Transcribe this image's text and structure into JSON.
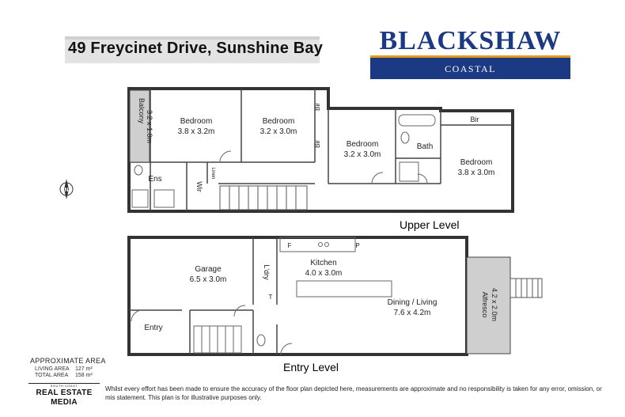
{
  "address": "49 Freycinet Drive, Sunshine Bay",
  "brand": {
    "name": "BLACKSHAW",
    "sub": "COASTAL",
    "primary_color": "#1c3a84",
    "accent_color": "#e49a1f"
  },
  "levels": {
    "upper": "Upper Level",
    "entry": "Entry Level"
  },
  "rooms": {
    "balcony": {
      "name": "Balcony",
      "dims": "3.2 x 1.0m"
    },
    "bed1": {
      "name": "Bedroom",
      "dims": "3.8 x 3.2m"
    },
    "bed2": {
      "name": "Bedroom",
      "dims": "3.2 x 3.0m"
    },
    "bed3": {
      "name": "Bedroom",
      "dims": "3.2 x 3.0m"
    },
    "bed4": {
      "name": "Bedroom",
      "dims": "3.8 x 3.0m"
    },
    "bir": "Bir",
    "bath": "Bath",
    "ens": "Ens",
    "wir": "Wir",
    "linen": "Linen",
    "garage": {
      "name": "Garage",
      "dims": "6.5 x 3.0m"
    },
    "ldry": "L'dry",
    "kitchen": {
      "name": "Kitchen",
      "dims": "4.0 x 3.0m"
    },
    "dining": {
      "name": "Dining / Living",
      "dims": "7.6 x 4.2m"
    },
    "alfresco": {
      "name": "Alfresco",
      "dims": "4.2 x 2.0m"
    },
    "entry": "Entry",
    "f": "F",
    "p": "P",
    "t": "T",
    "compass": "N"
  },
  "area": {
    "title": "APPROXIMATE AREA",
    "living_label": "LIVING AREA",
    "living_value": "127 m²",
    "total_label": "TOTAL AREA",
    "total_value": "158 m²"
  },
  "credit": {
    "small": "SOUTH COAST",
    "big": "REAL ESTATE MEDIA"
  },
  "disclaimer": "Whilst every effort has been made to ensure the accuracy of the floor plan depicted here, measurements are approximate and no responsibility is taken for any error, omission, or mis statement. This plan is for illustrative purposes only."
}
